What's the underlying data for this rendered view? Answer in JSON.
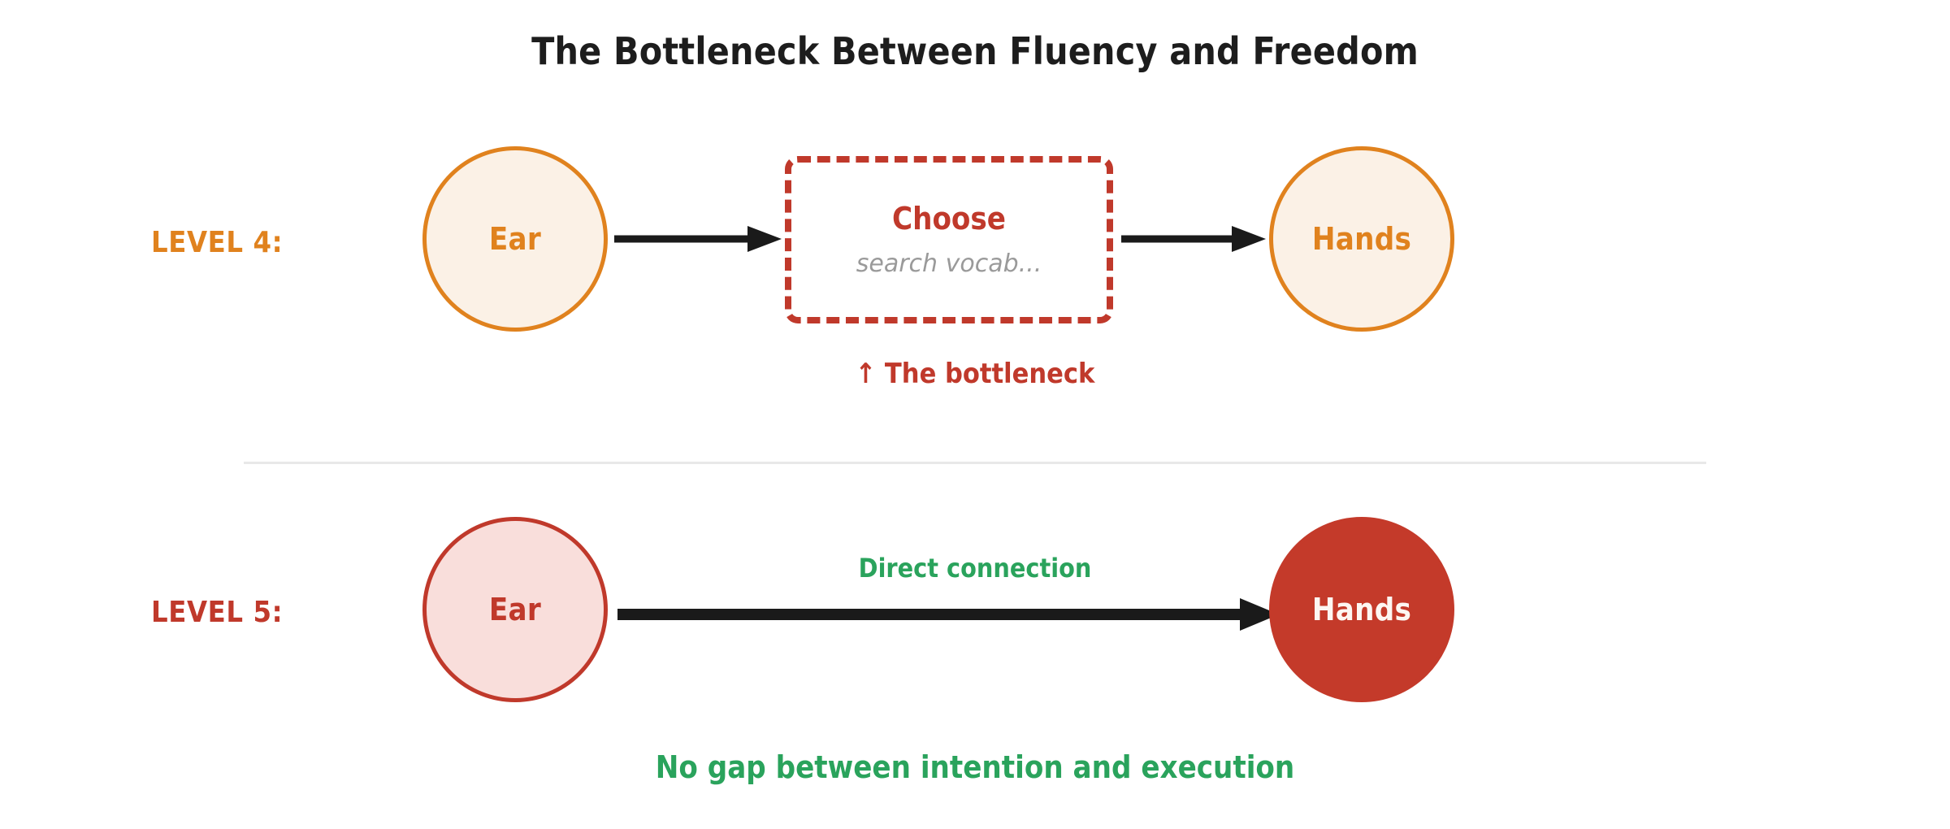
{
  "title": "The Bottleneck Between Fluency and Freedom",
  "colors": {
    "orange": "#e0821e",
    "orange_fill": "#fbf1e6",
    "red": "#c0392b",
    "red_fill": "#f9dedb",
    "red_solid": "#c43a2a",
    "green": "#2aa35c",
    "arrow": "#1a1a1a",
    "divider": "#e8e8e8",
    "title_text": "#1d1d1d",
    "placeholder_text": "#9a9a9a",
    "hands_l5_text": "#fdf6f2"
  },
  "level4": {
    "label": "LEVEL 4:",
    "ear": {
      "label": "Ear"
    },
    "choose": {
      "title": "Choose",
      "placeholder": "search vocab..."
    },
    "hands": {
      "label": "Hands"
    },
    "caption": "↑ The bottleneck"
  },
  "level5": {
    "label": "LEVEL 5:",
    "ear": {
      "label": "Ear"
    },
    "hands": {
      "label": "Hands"
    },
    "connection_label": "Direct connection",
    "caption": "No gap between intention and execution"
  }
}
